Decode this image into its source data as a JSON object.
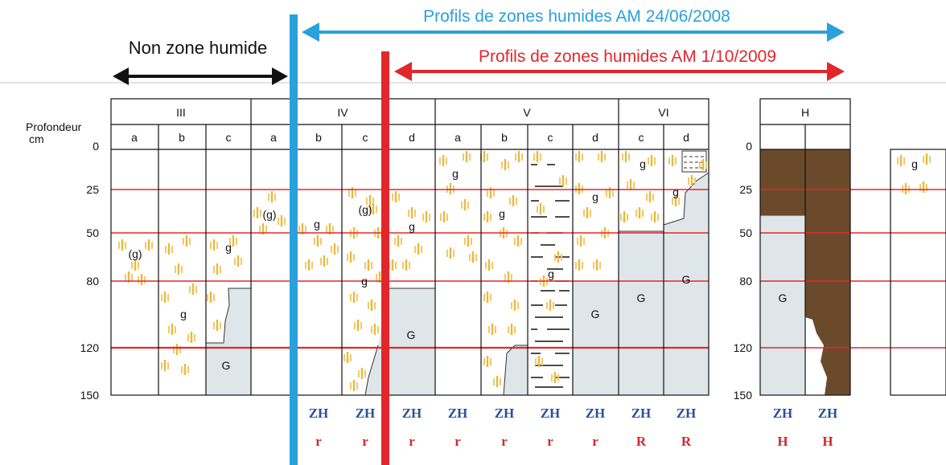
{
  "legend": {
    "non_zone_humide": "Non zone humide",
    "profils_2008": "Profils de zones humides AM 24/06/2008",
    "profils_2009": "Profils de zones humides AM 1/10/2009",
    "color_2008": "#2aa0dc",
    "color_2009": "#e3262b",
    "color_non": "#111111"
  },
  "axis": {
    "title_line1": "Profondeur",
    "title_line2": "cm",
    "depths": [
      "0",
      "25",
      "50",
      "80",
      "120",
      "150"
    ],
    "depths_right": [
      "0",
      "25",
      "50",
      "80",
      "120",
      "150"
    ]
  },
  "classes": [
    "III",
    "IV",
    "V",
    "VI",
    "H"
  ],
  "subclasses": [
    "a",
    "b",
    "c",
    "a",
    "b",
    "c",
    "d",
    "a",
    "b",
    "c",
    "d",
    "c",
    "d"
  ],
  "profile_labels": {
    "III_a": "(g)",
    "III_b": "g",
    "III_c_g": "g",
    "III_c_G": "G",
    "IV_a": "(g)",
    "IV_b": "g",
    "IV_c_top": "(g)",
    "IV_c_mid": "g",
    "IV_d_g": "g",
    "IV_d_G": "G",
    "V_a": "g",
    "V_b": "g",
    "V_c": "g",
    "V_d_g": "g",
    "V_d_G": "G",
    "VI_c_g": "g",
    "VI_c_G": "G",
    "VI_d_g": "g",
    "VI_d_G": "G",
    "H_G": "G",
    "extra_g": "g"
  },
  "bottom_row1": [
    "ZH",
    "ZH",
    "ZH",
    "ZH",
    "ZH",
    "ZH",
    "ZH",
    "ZH",
    "ZH",
    "ZH",
    "ZH"
  ],
  "bottom_row2": [
    "r",
    "r",
    "r",
    "r",
    "r",
    "r",
    "r",
    "R",
    "R",
    "H",
    "H"
  ]
}
